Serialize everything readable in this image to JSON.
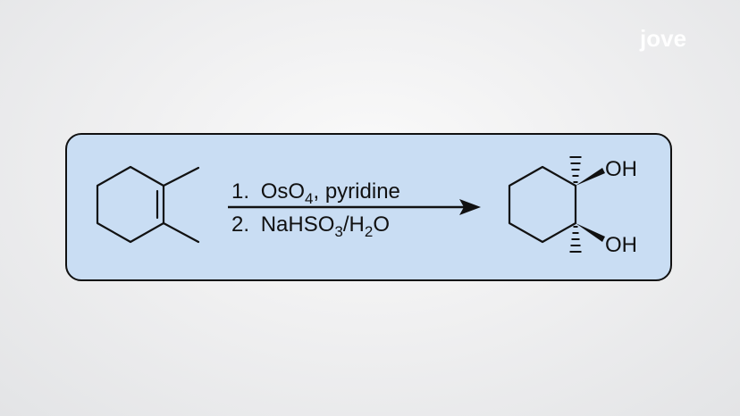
{
  "watermark": {
    "text": "jove",
    "icon": "jove-logo-icon",
    "color": "#ffffff"
  },
  "reaction": {
    "box_color": "#c9ddf3",
    "reagent_steps": [
      {
        "number": "1.",
        "text": "OsO",
        "sub": "4",
        "tail": ", pyridine"
      },
      {
        "number": "2.",
        "text": "NaHSO",
        "sub": "3",
        "mid": "/H",
        "sub2": "2",
        "tail": "O"
      }
    ],
    "product_substituents": [
      "OH",
      "OH"
    ],
    "reactant": "1,2-dimethylcyclohexene skeletal structure",
    "product": "cis-1,2-dimethylcyclohexane-1,2-diol skeletal structure"
  }
}
